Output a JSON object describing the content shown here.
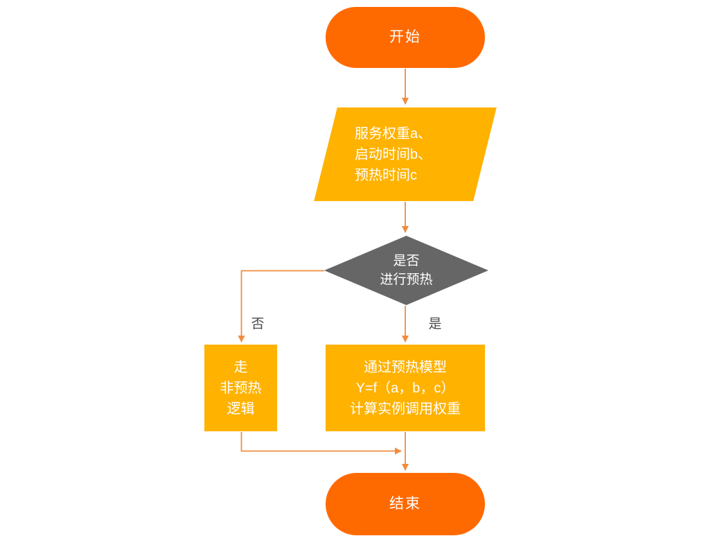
{
  "colors": {
    "background": "#FFFFFF",
    "terminal": "#FF6A00",
    "process": "#FFB200",
    "decision": "#666666",
    "connector": "#F08C3E",
    "node_text": "#FFFFFF",
    "edge_label_text": "#4A4A4A"
  },
  "nodes": {
    "start": {
      "label": "开始"
    },
    "input": {
      "lines": [
        "服务权重a、",
        "启动时间b、",
        "预热时间c"
      ]
    },
    "decision": {
      "lines": [
        "是否",
        "进行预热"
      ]
    },
    "no_branch": {
      "lines": [
        "走",
        "非预热",
        "逻辑"
      ]
    },
    "yes_branch": {
      "lines": [
        "通过预热模型",
        "Y=f（a，b，c）",
        "计算实例调用权重"
      ]
    },
    "end": {
      "label": "结束"
    }
  },
  "edge_labels": {
    "no": "否",
    "yes": "是"
  }
}
